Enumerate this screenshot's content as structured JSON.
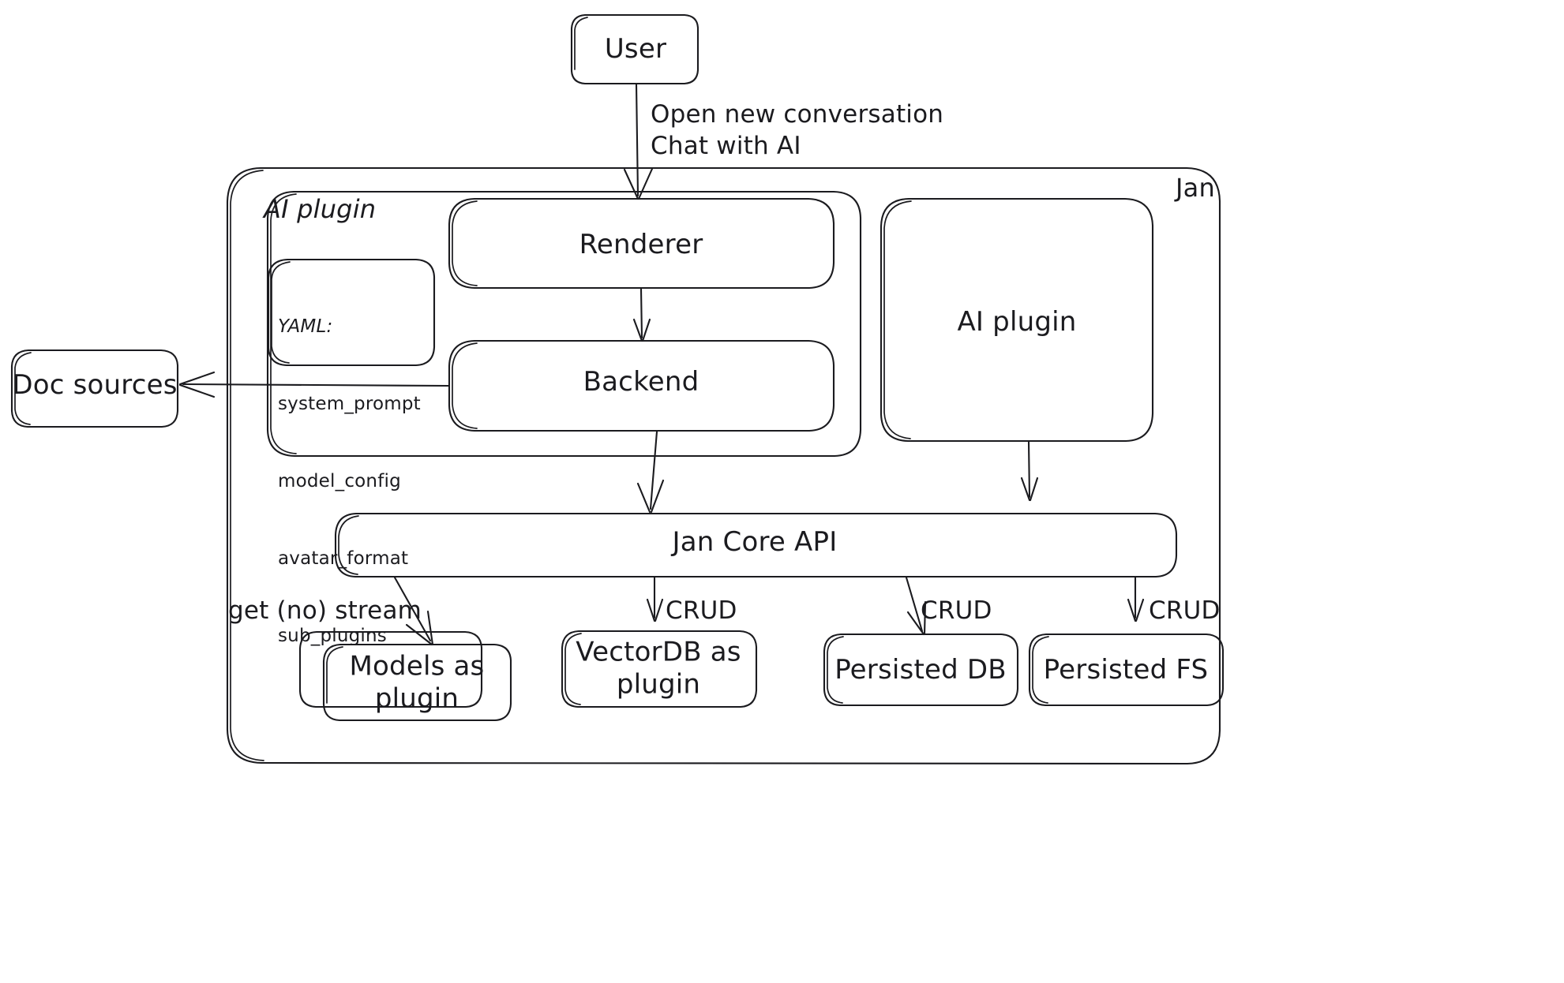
{
  "diagram": {
    "title_label": "Jan",
    "nodes": {
      "user": "User",
      "ai_plugin_group": "AI plugin",
      "renderer": "Renderer",
      "backend": "Backend",
      "ai_plugin_box": "AI plugin",
      "doc_sources": "Doc sources",
      "jan_core_api": "Jan Core API",
      "models_as_plugin": "Models as\nplugin",
      "vectordb_as_plugin": "VectorDB as\nplugin",
      "persisted_db": "Persisted DB",
      "persisted_fs": "Persisted FS"
    },
    "yaml_card": {
      "heading": "YAML:",
      "keys": [
        "system_prompt",
        "model_config",
        "avatar_format",
        "sub_plugins"
      ]
    },
    "edge_labels": {
      "user_to_renderer_line1": "Open new conversation",
      "user_to_renderer_line2": "Chat with AI",
      "api_to_models": "get (no) stream",
      "api_to_vectordb": "CRUD",
      "api_to_db": "CRUD",
      "api_to_fs": "CRUD"
    },
    "colors": {
      "stroke": "#1b1b1f",
      "background": "#ffffff"
    }
  }
}
